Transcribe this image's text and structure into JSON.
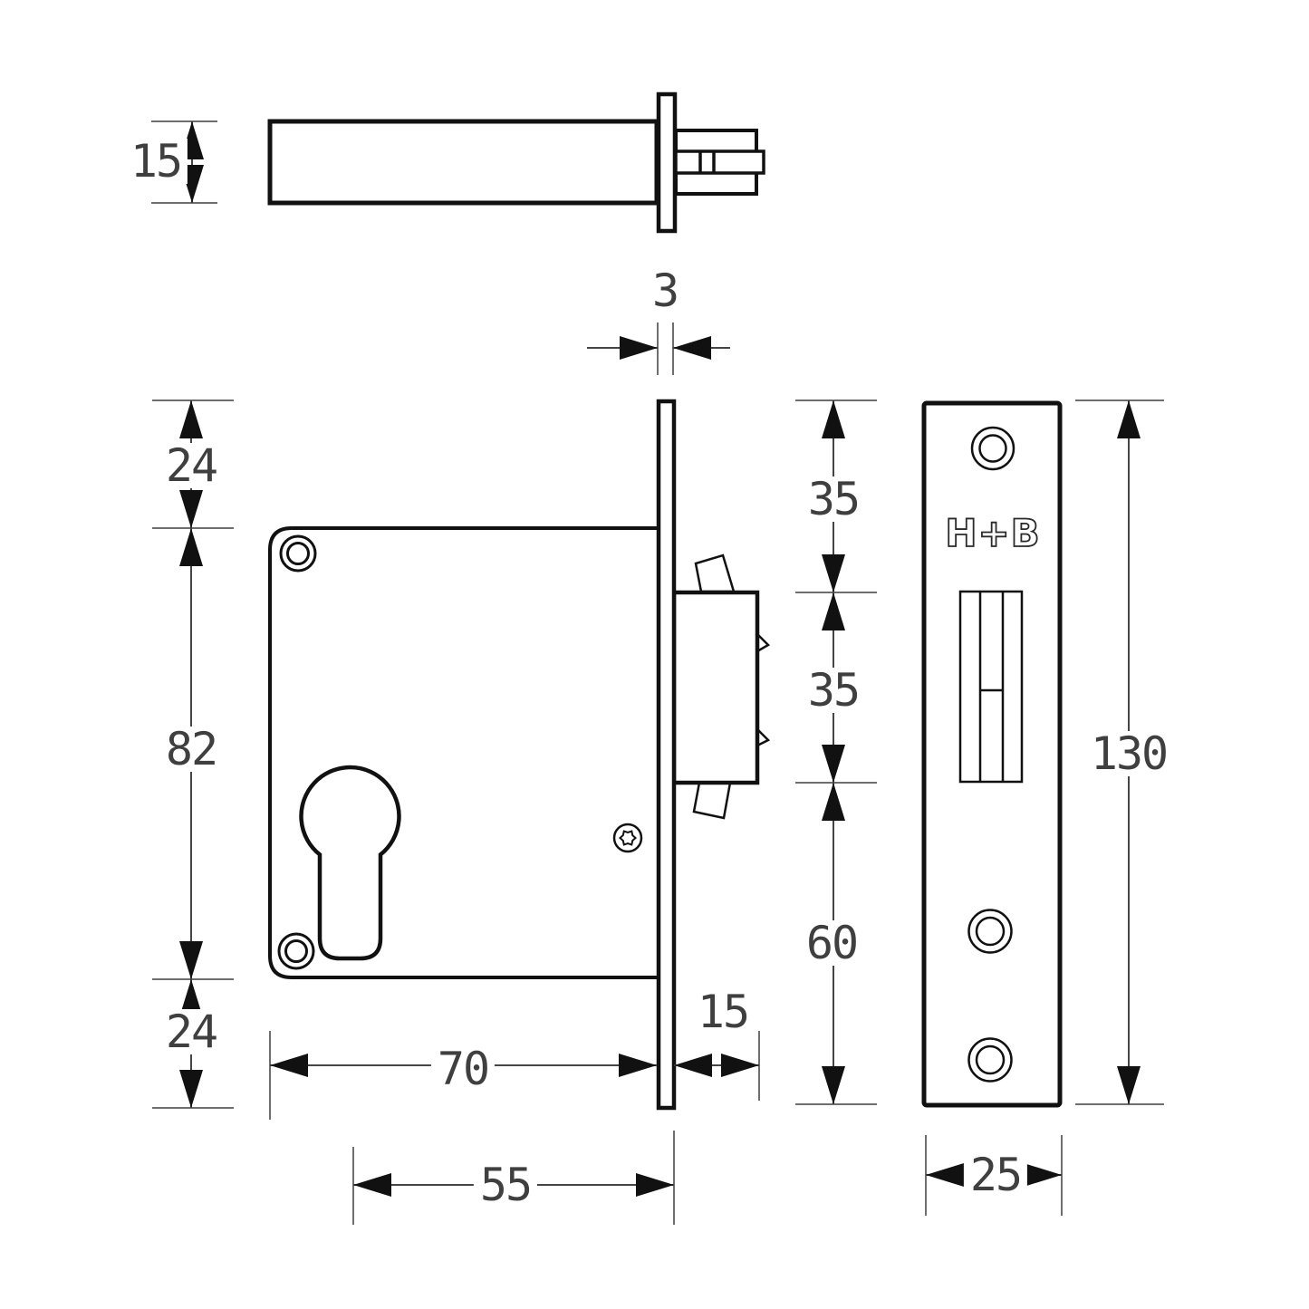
{
  "brand": "H+B",
  "drawing": {
    "kind": "technical drawing, three orthographic views of a mortise hook lock for sliding doors",
    "unit": "mm"
  },
  "dimensions": {
    "top_view": {
      "case_thickness": "15",
      "faceplate_thickness": "3"
    },
    "front_view": {
      "top_margin": "24",
      "case_height": "82",
      "bottom_margin": "24",
      "case_depth": "70",
      "hook_protrusion": "15",
      "backset": "55"
    },
    "side_view": {
      "hook_top_offset": "35",
      "hook_opening_height": "35",
      "lower_section": "60",
      "faceplate_length": "130",
      "faceplate_width": "25"
    }
  }
}
